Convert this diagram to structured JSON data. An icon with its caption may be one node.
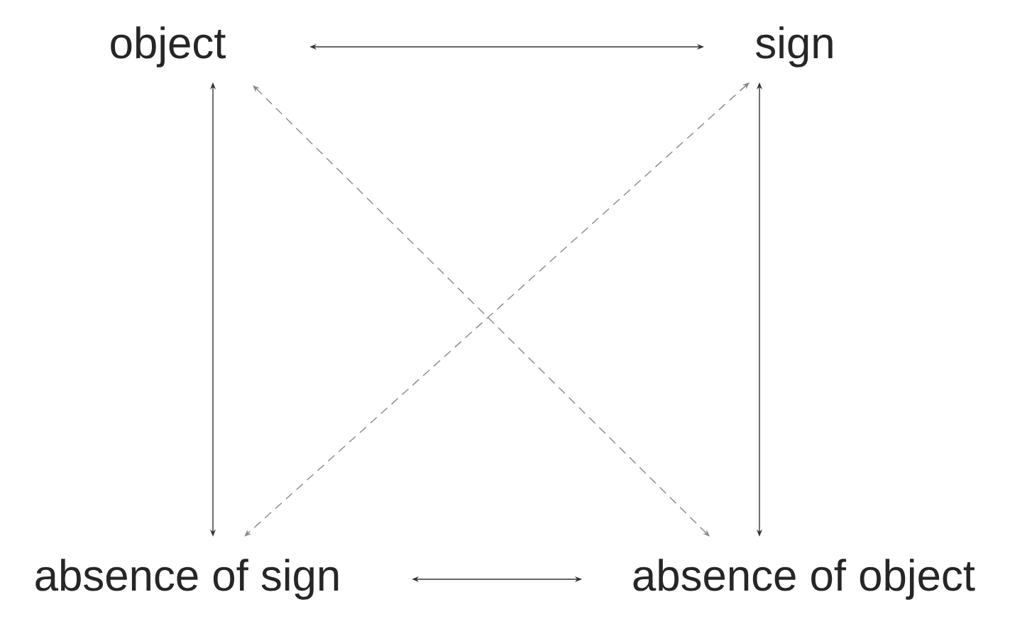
{
  "diagram": {
    "nodes": [
      {
        "text": [
          "object"
        ]
      },
      {
        "text": [
          "sign"
        ]
      },
      {
        "text": [
          "absence of sign"
        ]
      },
      {
        "text": [
          "absence of object"
        ]
      }
    ],
    "edges": [
      {
        "from": 0,
        "to": 1,
        "arrow": "both"
      },
      {
        "from": 0,
        "to": 2,
        "arrow": "both"
      },
      {
        "from": 1,
        "to": 3,
        "arrow": "both"
      },
      {
        "from": 0,
        "to": 3,
        "arrow": "both",
        "style": "dashed",
        "color": "#888888"
      },
      {
        "from": 1,
        "to": 2,
        "arrow": "both",
        "style": "dashed",
        "color": "#888888"
      },
      {
        "from": 2,
        "to": 3,
        "arrow": "both"
      }
    ]
  }
}
